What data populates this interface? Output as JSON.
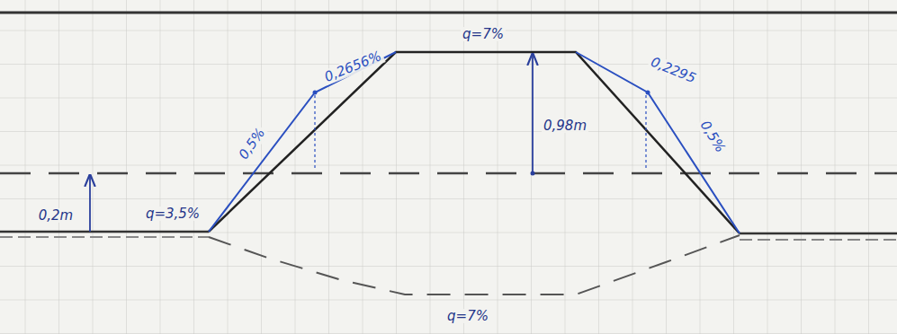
{
  "diagram": {
    "labels": [
      "0,2656%",
      "q=7%",
      "0,2295",
      "0,98m",
      "0,5%",
      "0,5%",
      "0,2m",
      "q=3,5%",
      "q=7%"
    ]
  }
}
